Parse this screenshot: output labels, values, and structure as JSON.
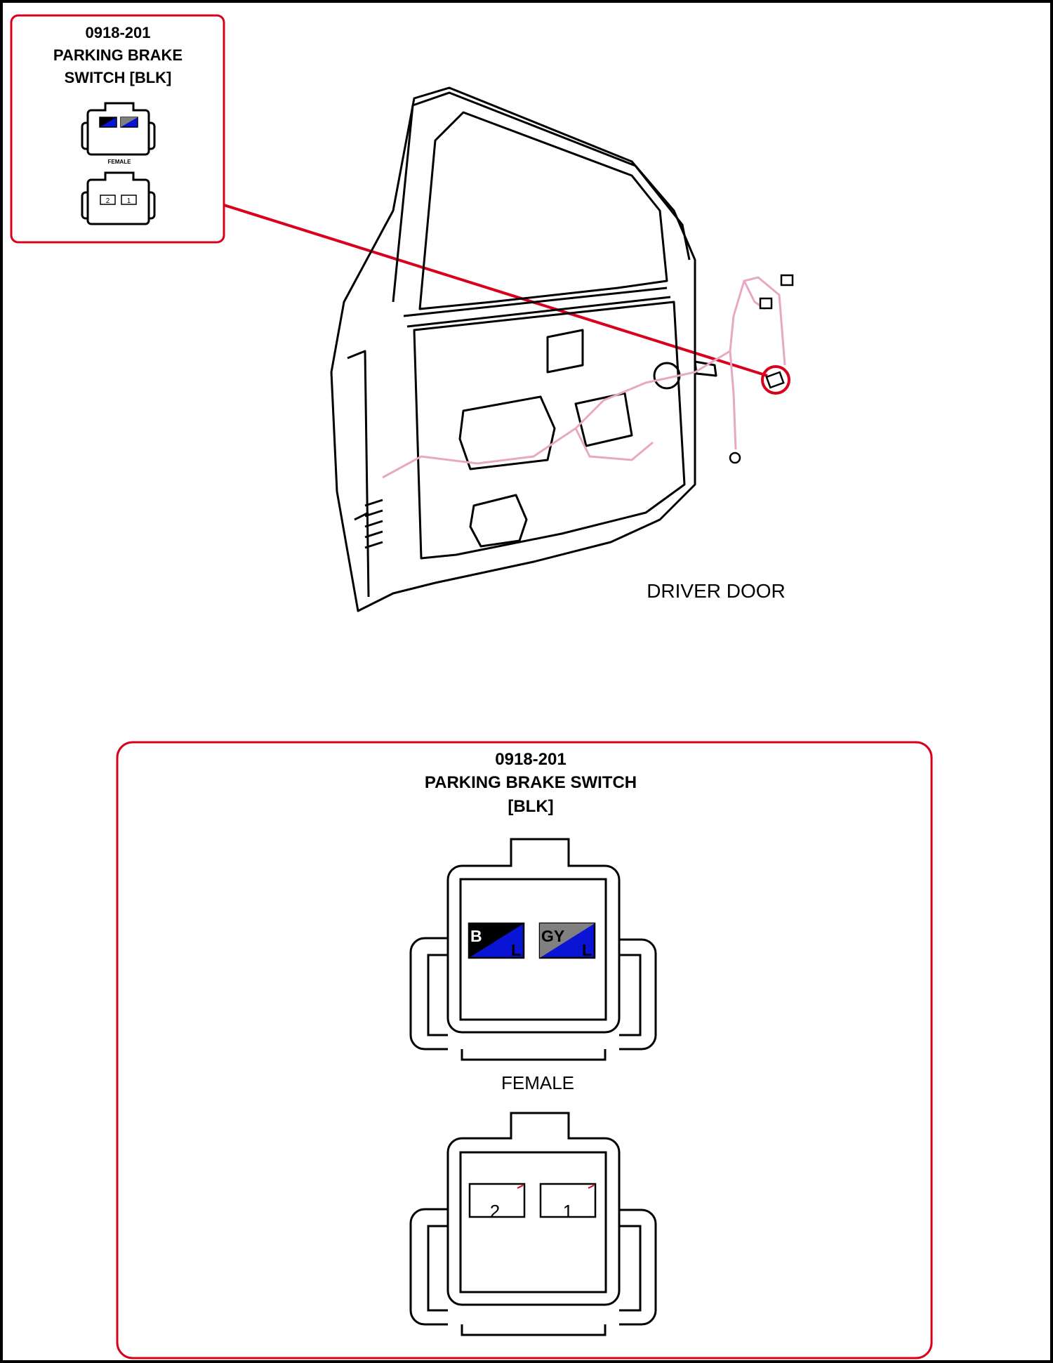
{
  "colors": {
    "callout_red": "#d9001b",
    "harness_pink": "#e8a8c4",
    "wire_black": "#000000",
    "wire_blue": "#0a14d4",
    "wire_gray": "#808080"
  },
  "callout_small": {
    "part_number": "0918-201",
    "name_line1": "PARKING BRAKE",
    "name_line2": "SWITCH [BLK]",
    "female_label": "FEMALE"
  },
  "door": {
    "label": "DRIVER DOOR"
  },
  "callout_large": {
    "part_number": "0918-201",
    "name_line1": "PARKING BRAKE SWITCH",
    "name_line2": "[BLK]",
    "female_label": "FEMALE"
  },
  "connector_face": {
    "terminals": [
      {
        "wire_main": "B",
        "wire_stripe": "L",
        "main_color": "#000000",
        "stripe_color": "#0a14d4"
      },
      {
        "wire_main": "GY",
        "wire_stripe": "L",
        "main_color": "#808080",
        "stripe_color": "#0a14d4"
      }
    ]
  },
  "connector_pins": {
    "pins": [
      "2",
      "1"
    ]
  }
}
